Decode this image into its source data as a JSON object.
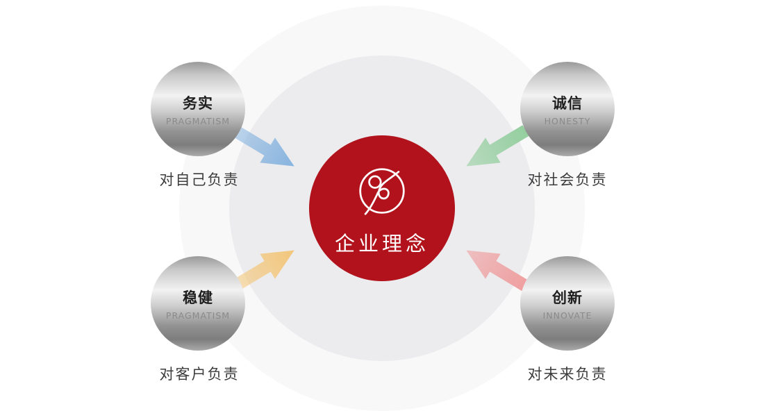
{
  "center": {
    "title": "企业理念",
    "bg_color": "#b1121b",
    "logo": "yin-yang-s-logo"
  },
  "nodes": [
    {
      "id": "pragmatism",
      "title": "务实",
      "subtitle": "PRAGMATISM",
      "caption": "对自己负责",
      "arrow_color": "#82b1de",
      "position": "top-left"
    },
    {
      "id": "honesty",
      "title": "诚信",
      "subtitle": "HONESTY",
      "caption": "对社会负责",
      "arrow_color": "#8fcc9a",
      "position": "top-right"
    },
    {
      "id": "steady",
      "title": "稳健",
      "subtitle": "PRAGMATISM",
      "caption": "对客户负责",
      "arrow_color": "#f3c474",
      "position": "bottom-left"
    },
    {
      "id": "innovate",
      "title": "创新",
      "subtitle": "INNOVATE",
      "caption": "对未来负责",
      "arrow_color": "#ef9a9b",
      "position": "bottom-right"
    }
  ]
}
